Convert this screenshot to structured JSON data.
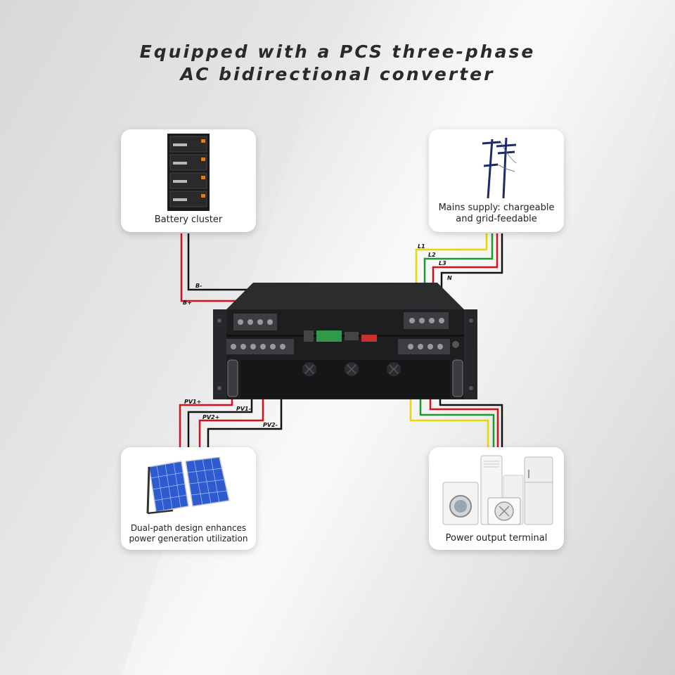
{
  "title": {
    "line1": "Equipped with a PCS three-phase",
    "line2": "AC bidirectional converter"
  },
  "cards": {
    "battery": {
      "label": "Battery cluster",
      "icon": "battery-rack-icon"
    },
    "mains": {
      "label_line1": "Mains supply: chargeable",
      "label_line2": "and grid-feedable",
      "icon": "utility-pole-icon"
    },
    "solar": {
      "label_line1": "Dual-path design enhances",
      "label_line2": "power generation utilization",
      "icon": "solar-panel-icon"
    },
    "output": {
      "label": "Power output terminal",
      "icon": "home-appliances-icon"
    }
  },
  "wire_labels": {
    "b_minus": "B-",
    "b_plus": "B+",
    "l1": "L1",
    "l2": "L2",
    "l3": "L3",
    "n": "N",
    "pv1_plus": "PV1+",
    "pv1_minus": "PV1-",
    "pv2_plus": "PV2+",
    "pv2_minus": "PV2-"
  },
  "colors": {
    "wire_red": "#d8101a",
    "wire_black": "#111111",
    "wire_yellow": "#e8d800",
    "wire_green": "#1c9a2e",
    "device_body": "#1d1e20"
  }
}
